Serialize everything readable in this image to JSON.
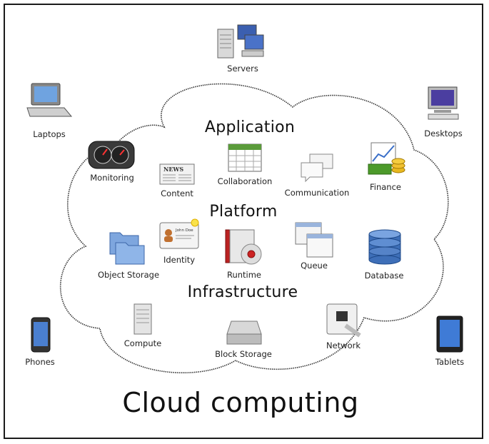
{
  "diagram": {
    "title": "Cloud computing",
    "sections": {
      "application": "Application",
      "platform": "Platform",
      "infrastructure": "Infrastructure"
    },
    "devices": {
      "servers": "Servers",
      "laptops": "Laptops",
      "desktops": "Desktops",
      "phones": "Phones",
      "tablets": "Tablets"
    },
    "application_items": {
      "monitoring": "Monitoring",
      "content": "Content",
      "collaboration": "Collaboration",
      "communication": "Communication",
      "finance": "Finance"
    },
    "platform_items": {
      "object_storage": "Object Storage",
      "identity": "Identity",
      "runtime": "Runtime",
      "queue": "Queue",
      "database": "Database"
    },
    "infrastructure_items": {
      "compute": "Compute",
      "block_storage": "Block Storage",
      "network": "Network"
    },
    "icon_texts": {
      "news": "NEWS",
      "name_badge": "John Doe"
    },
    "colors": {
      "cloud_stroke": "#333333",
      "frame": "#1a1a1a"
    }
  }
}
